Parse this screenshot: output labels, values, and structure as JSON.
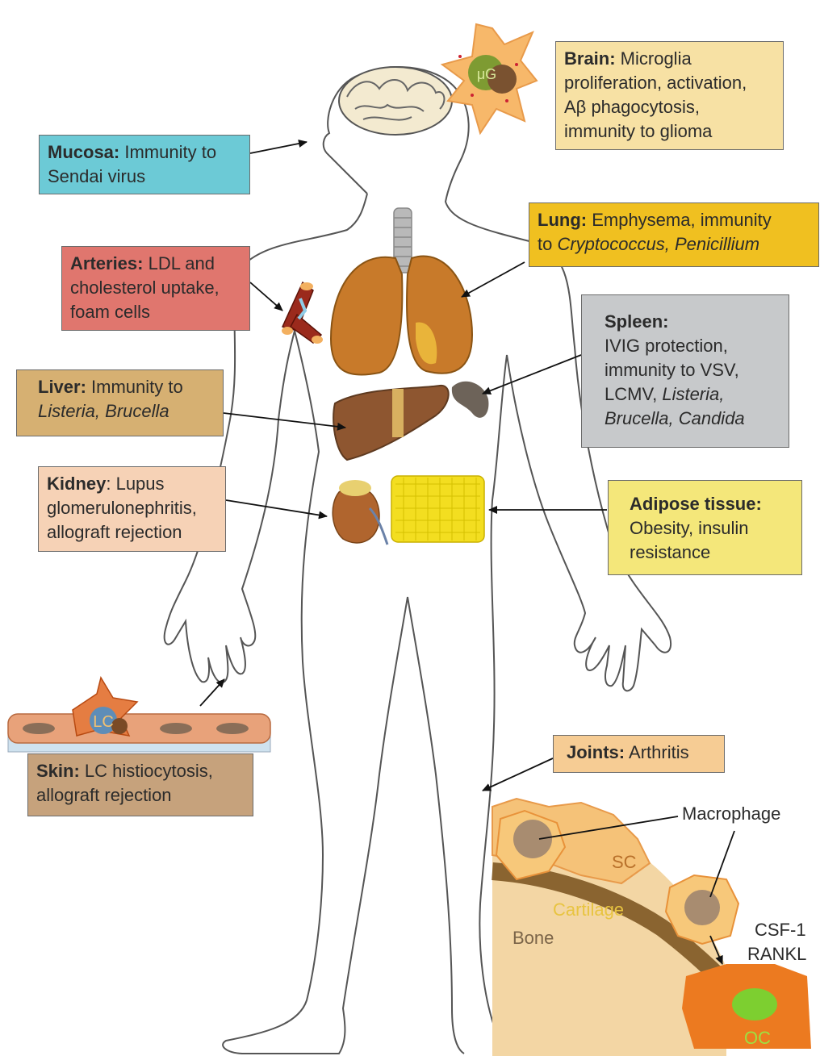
{
  "labels": {
    "mucosa": {
      "title": "Mucosa:",
      "text": " Immunity to",
      "line2": "Sendai virus",
      "color": "#6ccad6"
    },
    "brain": {
      "title": "Brain:",
      "text": " Microglia",
      "line2": "proliferation, activation,",
      "line3": "Aβ phagocytosis,",
      "line4": "immunity to glioma",
      "color": "#f7e1a4"
    },
    "lung": {
      "title": "Lung:",
      "text": " Emphysema, immunity",
      "line2_pre": "to ",
      "line2_it": "Cryptococcus, Penicillium",
      "color": "#f0c020"
    },
    "arteries": {
      "title": "Arteries:",
      "text": " LDL and",
      "line2": "cholesterol uptake,",
      "line3": "foam cells",
      "color": "#e0766e"
    },
    "spleen": {
      "title": "Spleen:",
      "line2": "IVIG protection,",
      "line3": "immunity to VSV,",
      "line4_pre": "LCMV, ",
      "line4_it": "Listeria,",
      "line5_it": "Brucella, Candida",
      "color": "#c7c9cb"
    },
    "liver": {
      "title": "Liver:",
      "text": " Immunity to",
      "line2_it": "Listeria, Brucella",
      "color": "#d6b072"
    },
    "kidney": {
      "title": "Kidney",
      "text": ": Lupus",
      "line2": "glomerulonephritis,",
      "line3": "allograft rejection",
      "color": "#f6d2b6"
    },
    "adipose": {
      "title": "Adipose tissue:",
      "line2": "Obesity, insulin",
      "line3": "resistance",
      "color": "#f4e77a"
    },
    "skin": {
      "title": "Skin:",
      "text": " LC histiocytosis,",
      "line2": "allograft rejection",
      "color": "#c6a27c"
    },
    "joints": {
      "title": "Joints:",
      "text": " Arthritis",
      "color": "#f6cc94"
    }
  },
  "cell_labels": {
    "microglia": "μG",
    "langerhans": "LC",
    "macrophage": "Macrophage",
    "synovial": "SC",
    "cartilage": "Cartilage",
    "bone": "Bone",
    "factors_1": "CSF-1",
    "factors_2": "RANKL",
    "osteoclast": "OC"
  }
}
